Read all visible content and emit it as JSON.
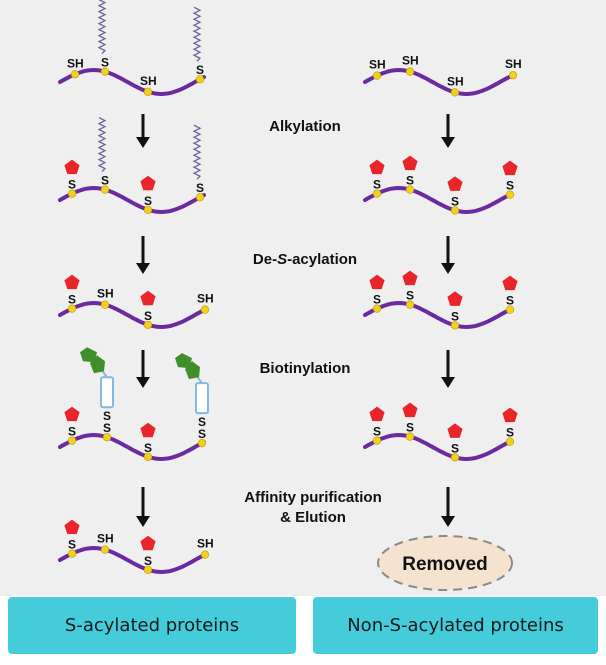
{
  "steps": {
    "alkylation": "Alkylation",
    "deacylation_prefix": "De-",
    "deacylation_s": "S",
    "deacylation_suffix": "-acylation",
    "biotinylation": "Biotinylation",
    "affinity_line1": "Affinity purification",
    "affinity_line2": "& Elution"
  },
  "labels": {
    "sh": "SH",
    "s": "S"
  },
  "removed": "Removed",
  "footer": {
    "left": "S-acylated proteins",
    "right": "Non-S-acylated proteins"
  },
  "colors": {
    "panel": "#efefef",
    "protein_backbone": "#6b2aa0",
    "thiol_dot": "#f0d21a",
    "alkyl_block": "#e8252a",
    "biotin": "#3f8f2a",
    "linker": "#7fbadf",
    "removed_fill": "#f6e3cf",
    "footer_fill": "#44ccdb"
  }
}
